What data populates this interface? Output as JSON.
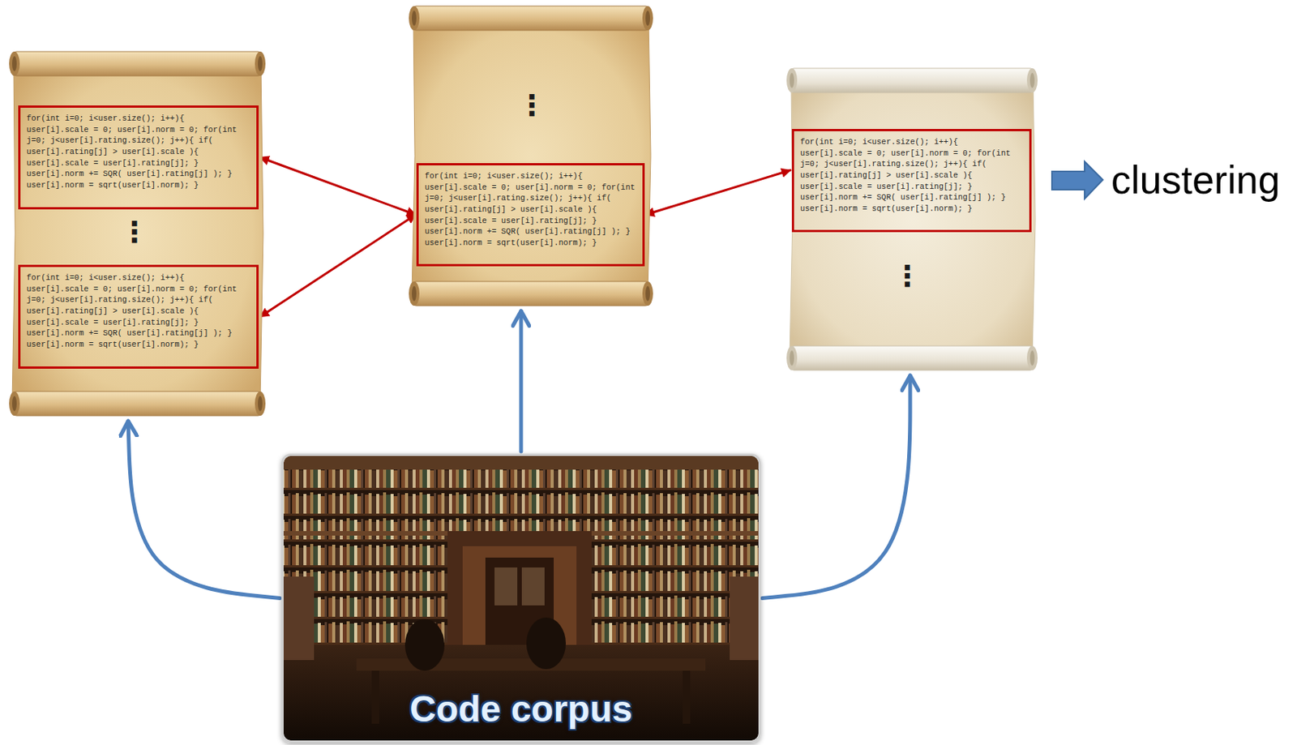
{
  "diagram": {
    "nodes": [
      {
        "text": [
          "⋮"
        ]
      },
      {
        "text": [
          "for(int i=0; i<user.size(); i++){ user[i].scale = 0; user[i].norm = 0; for(int j=0; j<user[i].rating.size(); j++){ if( user[i].rating[j] > user[i].scale ){ user[i].scale = user[i].rating[j]; } user[i].norm += SQR( user[i].rating[j] ); } user[i].norm = sqrt(user[i].norm); }"
        ],
        "in": 0
      },
      {
        "text": [
          "for(int i=0; i<user.size(); i++){ user[i].scale = 0; user[i].norm = 0; for(int j=0; j<user[i].rating.size(); j++){ if( user[i].rating[j] > user[i].scale ){ user[i].scale = user[i].rating[j]; } user[i].norm += SQR( user[i].rating[j] ); } user[i].norm = sqrt(user[i].norm); }"
        ],
        "in": 0
      },
      {
        "text": [
          "⋮"
        ]
      },
      {
        "text": [
          "for(int i=0; i<user.size(); i++){ user[i].scale = 0; user[i].norm = 0; for(int j=0; j<user[i].rating.size(); j++){ if( user[i].rating[j] > user[i].scale ){ user[i].scale = user[i].rating[j]; } user[i].norm += SQR( user[i].rating[j] ); } user[i].norm = sqrt(user[i].norm); }"
        ],
        "in": 3
      },
      {
        "text": [
          "⋮"
        ]
      },
      {
        "text": [
          "for(int i=0; i<user.size(); i++){ user[i].scale = 0; user[i].norm = 0; for(int j=0; j<user[i].rating.size(); j++){ if( user[i].rating[j] > user[i].scale ){ user[i].scale = user[i].rating[j]; } user[i].norm += SQR( user[i].rating[j] ); } user[i].norm = sqrt(user[i].norm); }"
        ],
        "in": 5
      },
      {
        "text": [
          "Code corpus"
        ]
      }
    ],
    "edges": [
      {
        "from": 4,
        "to": 1,
        "arrow": "both"
      },
      {
        "from": 4,
        "to": 2,
        "arrow": "both"
      },
      {
        "from": 4,
        "to": 6,
        "arrow": "both"
      },
      {
        "from": 7,
        "to": 0,
        "arrow": "to"
      },
      {
        "from": 7,
        "to": 3,
        "arrow": "to"
      },
      {
        "from": 7,
        "to": 5,
        "arrow": "to"
      }
    ],
    "labels": [
      "clustering"
    ]
  }
}
